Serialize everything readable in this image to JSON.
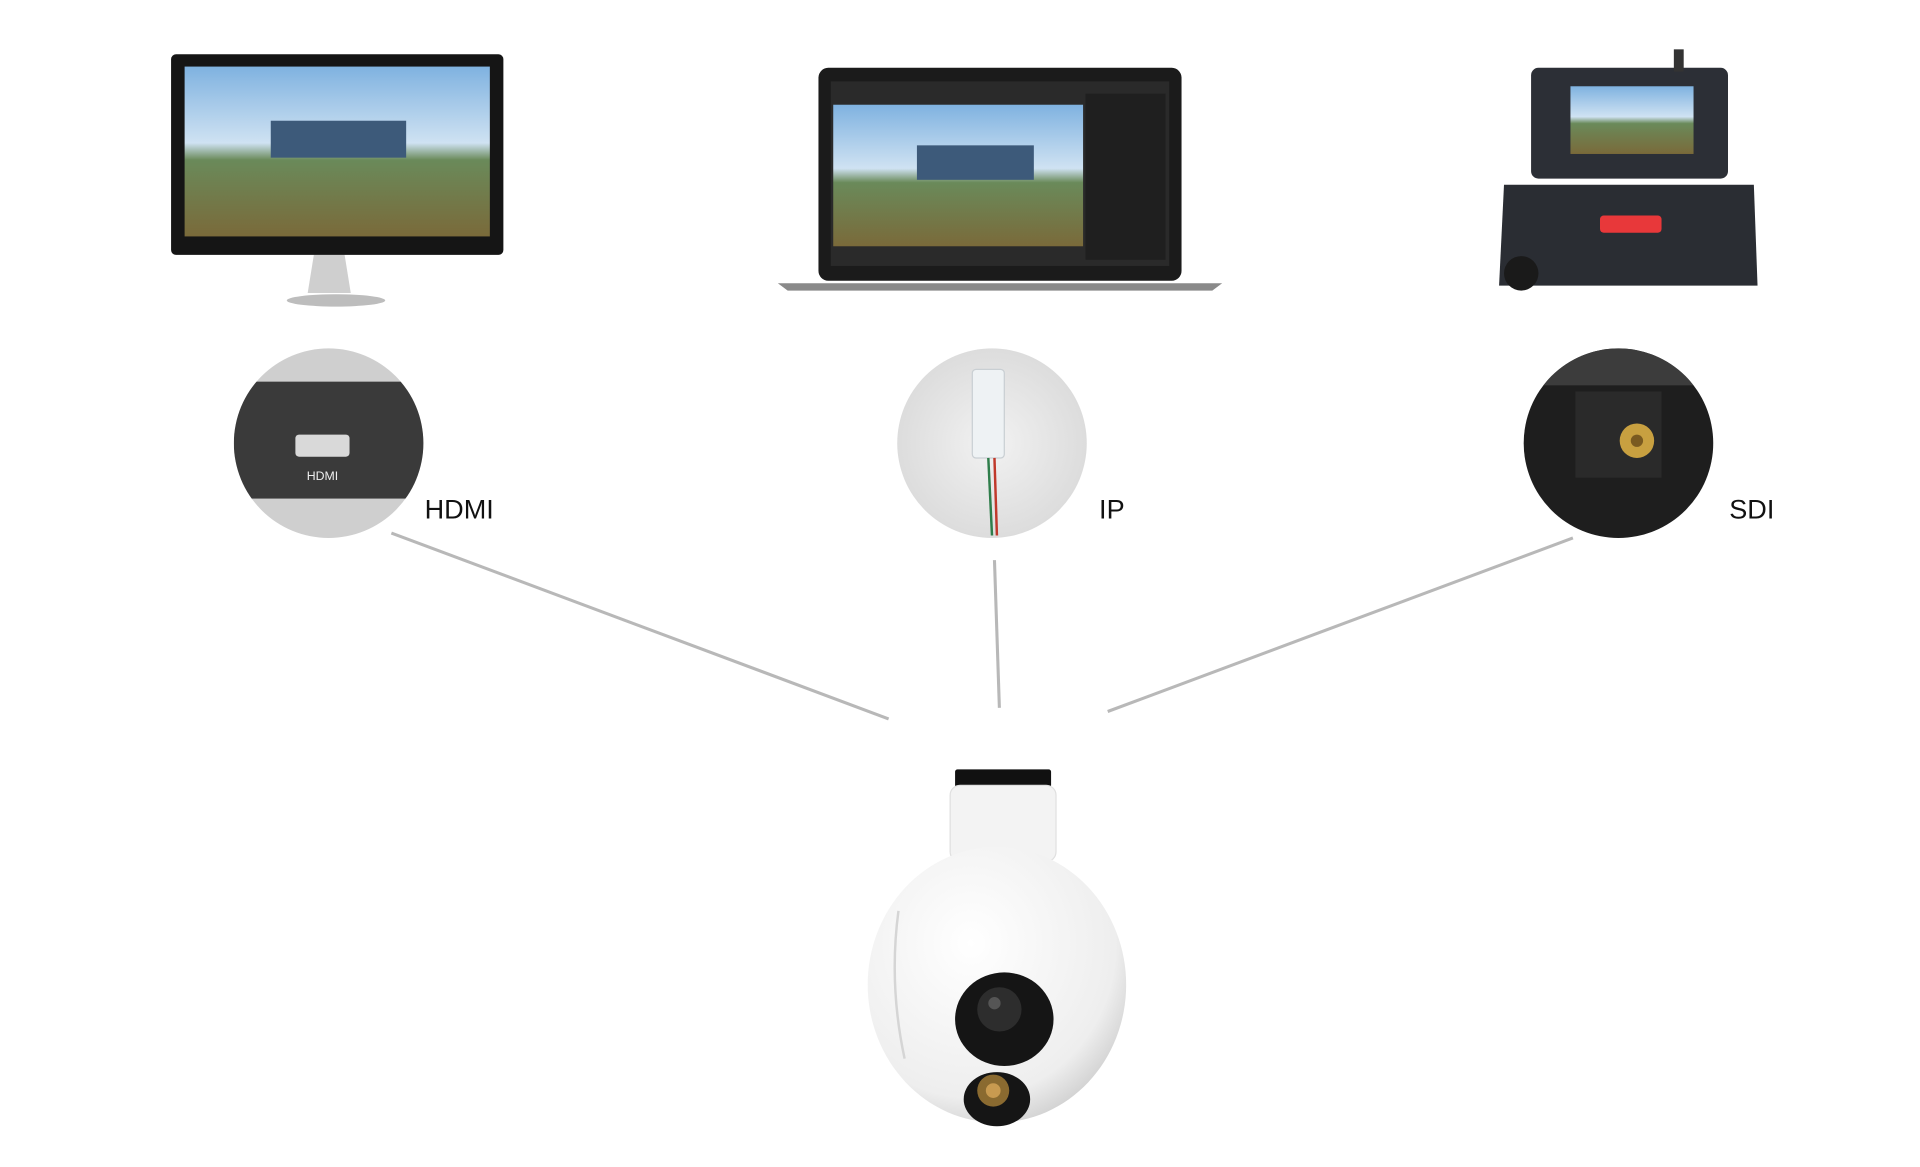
{
  "connections": [
    {
      "label": "HDMI",
      "device": "monitor",
      "connector": "hdmi-port"
    },
    {
      "label": "IP",
      "device": "laptop",
      "connector": "ethernet-plug"
    },
    {
      "label": "SDI",
      "device": "ground-station-case",
      "connector": "sdi-connector"
    }
  ],
  "center_device": "gimbal-camera",
  "colors": {
    "line": "#b8b8b8",
    "screen_sky": "#9cc3e6",
    "screen_grass": "#5f8a3a",
    "case_accent": "#e8383a"
  }
}
